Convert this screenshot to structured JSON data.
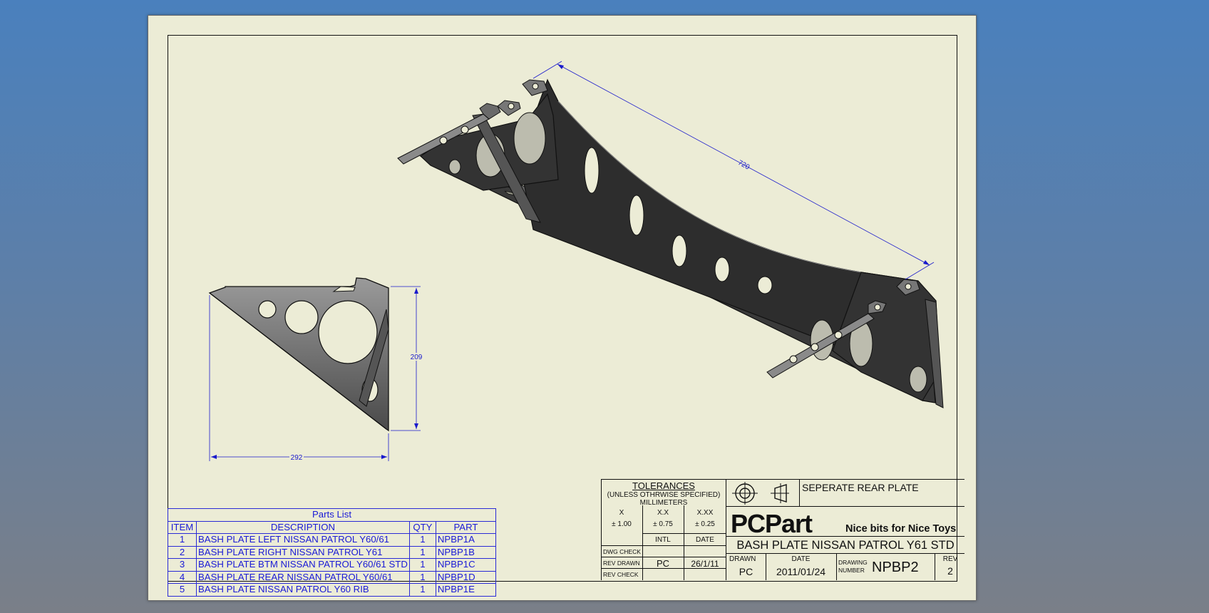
{
  "drawing": {
    "dimensions": {
      "overall_length": "720",
      "height": "209",
      "width": "292"
    }
  },
  "parts_list": {
    "title": "Parts List",
    "headers": {
      "item": "ITEM",
      "description": "DESCRIPTION",
      "qty": "QTY",
      "part": "PART"
    },
    "rows": [
      {
        "item": "1",
        "description": "BASH PLATE LEFT NISSAN PATROL Y60/61",
        "qty": "1",
        "part": "NPBP1A"
      },
      {
        "item": "2",
        "description": "BASH PLATE RIGHT NISSAN PATROL Y61",
        "qty": "1",
        "part": "NPBP1B"
      },
      {
        "item": "3",
        "description": "BASH PLATE BTM NISSAN PATROL Y60/61 STD",
        "qty": "1",
        "part": "NPBP1C"
      },
      {
        "item": "4",
        "description": "BASH PLATE REAR NISSAN PATROL Y60/61",
        "qty": "1",
        "part": "NPBP1D"
      },
      {
        "item": "5",
        "description": "BASH PLATE NISSAN PATROL Y60 RIB",
        "qty": "1",
        "part": "NPBP1E"
      }
    ]
  },
  "title_block": {
    "tolerances": {
      "title": "TOLERANCES",
      "subtitle": "(UNLESS OTHRWISE SPECIFIED)",
      "units": "MILLIMETERS",
      "x_label": "X",
      "x_value": "± 1.00",
      "xx_label": "X.X",
      "xx_value": "± 0.75",
      "xxx_label": "X.XX",
      "xxx_value": "± 0.25"
    },
    "checks": {
      "intl_header": "INTL",
      "date_header": "DATE",
      "dwg_check": "DWG CHECK",
      "rev_drawn": "REV DRAWN",
      "rev_drawn_intl": "PC",
      "rev_drawn_date": "26/1/11",
      "rev_check": "REV CHECK"
    },
    "note": "SEPERATE REAR PLATE",
    "company": "PCPart",
    "tagline": "Nice bits for Nice Toys",
    "title": "BASH PLATE NISSAN PATROL Y61 STD",
    "drawn_label": "DRAWN",
    "drawn_value": "PC",
    "date_label": "DATE",
    "date_value": "2011/01/24",
    "drawing_number_label_1": "DRAWING",
    "drawing_number_label_2": "NUMBER",
    "drawing_number": "NPBP2",
    "rev_label": "REV",
    "rev_value": "2"
  },
  "colors": {
    "sheet": "#ececd6",
    "dimension": "#1a1acc",
    "part_fill": "#3a3a3a",
    "desktop": "#4a80bd"
  }
}
